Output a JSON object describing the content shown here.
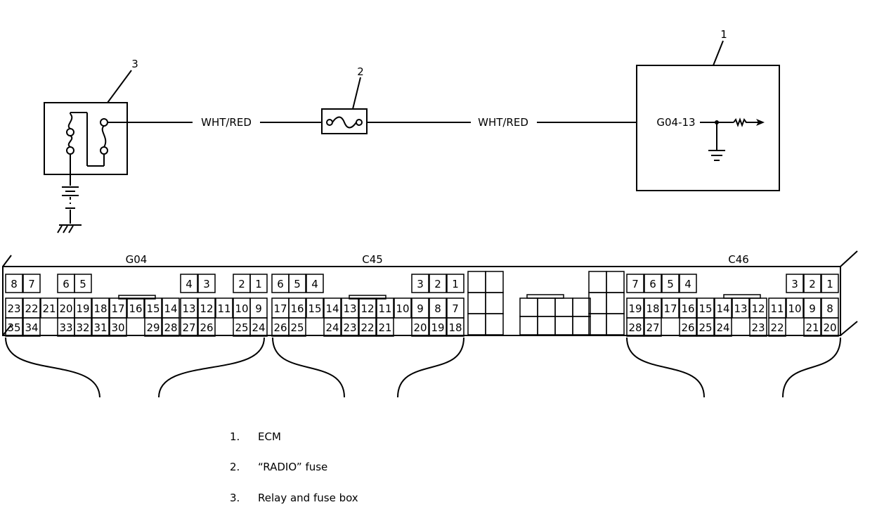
{
  "callouts": [
    "1",
    "2",
    "3"
  ],
  "wire_label_left": "WHT/RED",
  "wire_label_right": "WHT/RED",
  "terminal_label": "G04-13",
  "connectors": [
    {
      "name": "G04",
      "pins": [
        "8",
        "7",
        "6",
        "5",
        "4",
        "3",
        "2",
        "1",
        "23",
        "22",
        "21",
        "20",
        "19",
        "18",
        "17",
        "16",
        "15",
        "14",
        "13",
        "12",
        "11",
        "10",
        "9",
        "35",
        "34",
        "33",
        "32",
        "31",
        "30",
        "29",
        "28",
        "27",
        "26",
        "25",
        "24"
      ]
    },
    {
      "name": "C45",
      "pins": [
        "6",
        "5",
        "4",
        "3",
        "2",
        "1",
        "17",
        "16",
        "15",
        "14",
        "13",
        "12",
        "11",
        "10",
        "9",
        "8",
        "7",
        "26",
        "25",
        "24",
        "23",
        "22",
        "21",
        "20",
        "19",
        "18"
      ]
    },
    {
      "name": "C46",
      "pins": [
        "7",
        "6",
        "5",
        "4",
        "3",
        "2",
        "1",
        "19",
        "18",
        "17",
        "16",
        "15",
        "14",
        "13",
        "12",
        "11",
        "10",
        "9",
        "8",
        "28",
        "27",
        "26",
        "25",
        "24",
        "23",
        "22",
        "21",
        "20"
      ]
    }
  ],
  "legend": [
    {
      "num": "1.",
      "text": "ECM"
    },
    {
      "num": "2.",
      "text": "“RADIO” fuse"
    },
    {
      "num": "3.",
      "text": "Relay and fuse box"
    }
  ]
}
